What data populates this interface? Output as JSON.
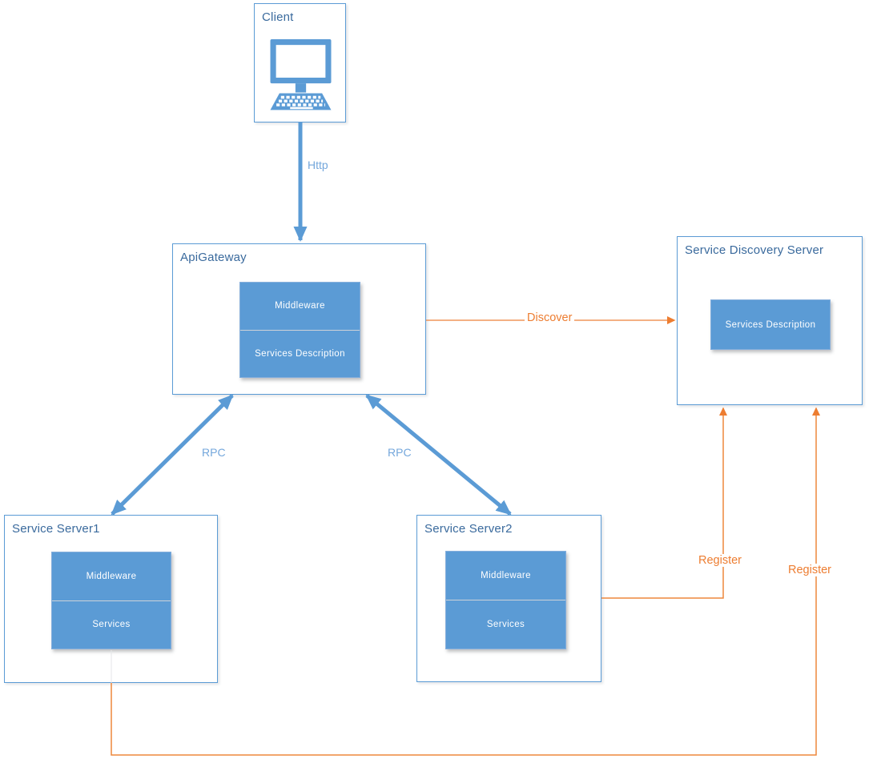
{
  "nodes": {
    "client": {
      "title": "Client"
    },
    "api_gateway": {
      "title": "ApiGateway",
      "components": [
        "Middleware",
        "Services Description"
      ]
    },
    "service_discovery": {
      "title": "Service Discovery Server",
      "components": [
        "Services Description"
      ]
    },
    "server1": {
      "title": "Service Server1",
      "components": [
        "Middleware",
        "Services"
      ]
    },
    "server2": {
      "title": "Service Server2",
      "components": [
        "Middleware",
        "Services"
      ]
    }
  },
  "edges": {
    "http": {
      "label": "Http",
      "from": "client",
      "to": "api_gateway",
      "direction": "one-way"
    },
    "discover": {
      "label": "Discover",
      "from": "api_gateway",
      "to": "service_discovery",
      "direction": "one-way"
    },
    "rpc1": {
      "label": "RPC",
      "from": "api_gateway",
      "to": "server1",
      "direction": "two-way"
    },
    "rpc2": {
      "label": "RPC",
      "from": "api_gateway",
      "to": "server2",
      "direction": "two-way"
    },
    "register1": {
      "label": "Register",
      "from": "server2",
      "to": "service_discovery",
      "direction": "one-way"
    },
    "register2": {
      "label": "Register",
      "from": "server1",
      "to": "service_discovery",
      "direction": "one-way"
    }
  },
  "icons": {
    "client": "desktop-computer-icon"
  },
  "colors": {
    "blue_accent": "#5B9BD5",
    "blue_title_text": "#3A6A9D",
    "blue_label_text": "#74A7DC",
    "orange_accent": "#ED7D31",
    "orange_line": "#F0955A",
    "divider_gray": "#CDD2D8"
  }
}
